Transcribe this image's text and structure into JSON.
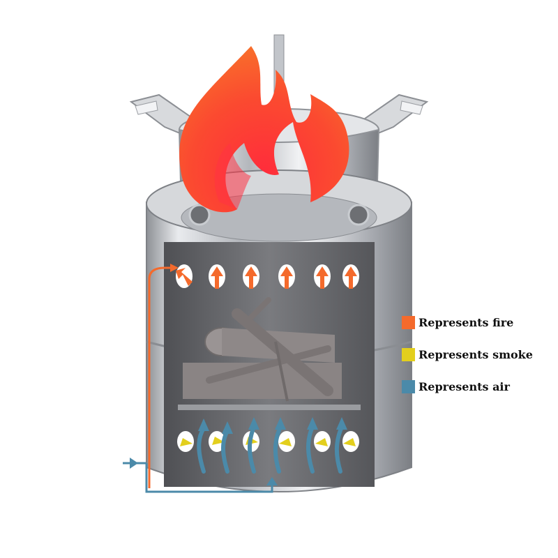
{
  "legend": {
    "items": [
      {
        "label": "Represents fire",
        "color": "#f46a2c"
      },
      {
        "label": "Represents smoke",
        "color": "#e3cf1d"
      },
      {
        "label": "Represents air",
        "color": "#4b8aa9"
      }
    ]
  },
  "colors": {
    "fire": "#f46a2c",
    "smoke": "#e3cf1d",
    "air": "#4b8aa9",
    "steel": "#c9ccd0",
    "chamber": "#6c6d70",
    "wood": "#8a8484"
  },
  "icons": [
    "flame-icon",
    "log-bundle-icon",
    "pot-support-icon"
  ]
}
